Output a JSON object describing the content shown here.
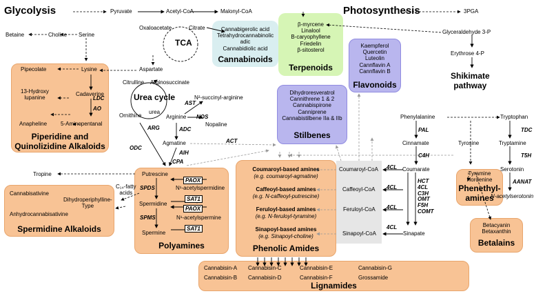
{
  "headings": {
    "glycolysis": "Glycolysis",
    "photosynthesis": "Photosynthesis",
    "tca": "TCA",
    "urea_cycle": "Urea cycle",
    "shikimate": "Shikimate\npathway"
  },
  "metabolites": {
    "pyruvate": "Pyruvate",
    "acetyl_coa": "Acetyl-CoA",
    "malonyl_coa": "Malonyl-CoA",
    "oxaloacetate": "Oxaloacetate",
    "citrate": "Citrate",
    "betaine": "Betaine",
    "choline": "Choline",
    "serine": "Serine",
    "aspartate": "Aspartate",
    "citrulline": "Citrulline",
    "arginosuccinate": "Arginosuccinate",
    "n2_succinyl_arginine": "N²-succinyl-arginine",
    "ornithine": "Ornithine",
    "urea": "urea",
    "arginine": "Arginine",
    "nopaline": "Nopaline",
    "agmatine": "Agmatine",
    "tropine": "Tropine",
    "putrescine": "Putrescine",
    "n1_acetylspermidine": "N¹-acetylspermidine",
    "spermidine": "Spermidine",
    "n1_acetylspermine": "N¹-acetylspermine",
    "spermine": "Spermine",
    "c14_fatty_acids": "C₁₄-fatty\nacids",
    "three_pga": "3PGA",
    "glyceraldehyde": "Glyceraldehyde 3-P",
    "erythrose": "Erythrose 4-P",
    "phenylalanine": "Phenylalanine",
    "tryptophan": "Tryptophan",
    "cinnamate": "Cinnamate",
    "tyrosine": "Tyrosine",
    "tryptamine": "Tryptamine",
    "coumarate": "Coumarate",
    "serotonin": "Serotonin",
    "n_acetylserotonin": "N-acetylserotonin",
    "sinapate": "Sinapate",
    "coumaroyl_coa": "Coumaroyl-CoA",
    "caffeoyl_coa": "Caffeoyl-CoA",
    "feruloyl_coa": "Feruloyl-CoA",
    "sinapoyl_coa": "Sinapoyl-CoA"
  },
  "enzymes": {
    "ldc": "LDC",
    "ao": "AO",
    "ast": "AST",
    "nos": "NOS",
    "arg": "ARG",
    "adc": "ADC",
    "odc": "ODC",
    "aih": "AIH",
    "cpa": "CPA",
    "act": "ACT",
    "paox1": "PAOX",
    "sat1_a": "SAT1",
    "paox2": "PAOX",
    "sat1_b": "SAT1",
    "spds": "SPDS",
    "spms": "SPMS",
    "pal": "PAL",
    "c4h": "C4H",
    "tdc": "TDC",
    "t5h": "T5H",
    "aanat": "AANAT",
    "four_cl_1": "4CL",
    "four_cl_2": "4CL",
    "four_cl_3": "4CL",
    "four_cl_4": "4CL",
    "coumarate_enzymes": "HCT\n4CL\nC3H\nOMT\nF5H\nCOMT"
  },
  "boxes": {
    "cannabinoids": {
      "items": "Cannabigerolic acid\nTetrahydrocannabinolic\nadic\nCannabidiolic acid",
      "title": "Cannabinoids"
    },
    "terpenoids": {
      "items": "β-myrcene\nLinalool\nB-caryophyllene\nFriedelin\nβ-sitosterol",
      "title": "Terpenoids"
    },
    "flavonoids": {
      "items": "Kaempferol\nQuercetin\nLuteolin\nCannflavin A\nCannflavin B",
      "title": "Flavonoids"
    },
    "stilbenes": {
      "items": "Dihydroresveratrol\nCannithrene 1 & 2\nCannabispirone\nCanniprene\nCannabistilbene IIa & IIb",
      "title": "Stilbenes"
    },
    "piperidine": {
      "pipecolate": "Pipecolate",
      "lysine": "Lysine",
      "hydroxy": "13-Hydroxy\nlupanine",
      "cadaverine": "Cadaverine",
      "anapheline": "Anapheline",
      "aminopentanal": "5-Aminopentanal",
      "title": "Piperidine and\nQuinolizidine Alkaloids"
    },
    "spermidine_alk": {
      "cannabisativine": "Cannabisativine",
      "dihydro": "Dihydroperiphylline-\nType",
      "anhydro": "Anhydrocannabisativine",
      "title": "Spermidine Alkaloids"
    },
    "polyamines": {
      "title": "Polyamines"
    },
    "phenolic_amides": {
      "coumaroyl": "Coumaroyl-based amines",
      "coumaroyl_eg": "(e.g. coumaroyl-agmatine)",
      "caffeoyl": "Caffeoyl-based amines",
      "caffeoyl_eg": "(e.g. N-caffeoyl-putrescine)",
      "feruloyl": "Feruloyl-based amines",
      "feruloyl_eg": "(e.g. N-feruloyl-tyramine)",
      "sinapoyl": "Sinapoyl-based amines",
      "sinapoyl_eg": "(e.g. Sinapoyl-choline)",
      "title": "Phenolic Amides"
    },
    "phenethyl": {
      "items": "Tyramine\nHordenine",
      "title": "Phenethyl-\namines"
    },
    "betalains": {
      "items": "Betacyanin\nBetaxanthin",
      "title": "Betalains"
    },
    "lignamides": {
      "row1": [
        "Cannabisin-A",
        "Cannabisin-C",
        "Cannabisin-E",
        "Cannabisin-G"
      ],
      "row2": [
        "Cannabisin-B",
        "Cannabisin-D",
        "Cannabisin-F",
        "Grossamide"
      ],
      "title": "Lignamides"
    }
  }
}
